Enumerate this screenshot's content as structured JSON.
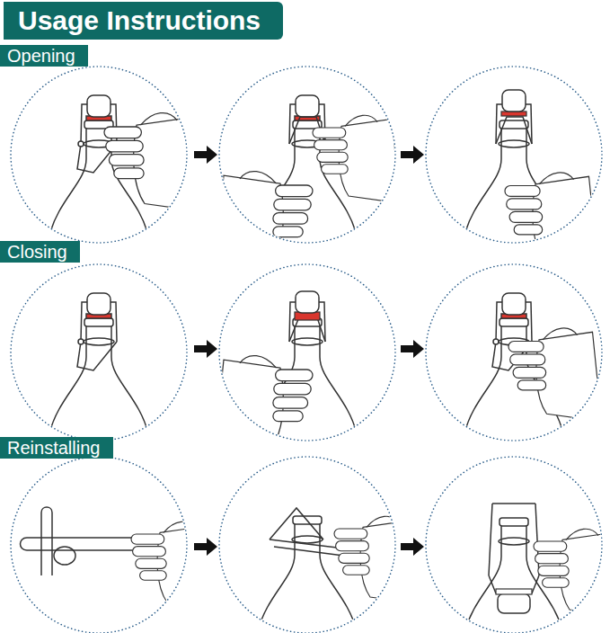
{
  "diagram": {
    "title": "Usage Instructions",
    "nodes": [
      {
        "text": [
          "Opening"
        ]
      },
      {
        "text": [
          "Closing"
        ]
      },
      {
        "text": [
          "Reinstalling"
        ]
      }
    ]
  }
}
